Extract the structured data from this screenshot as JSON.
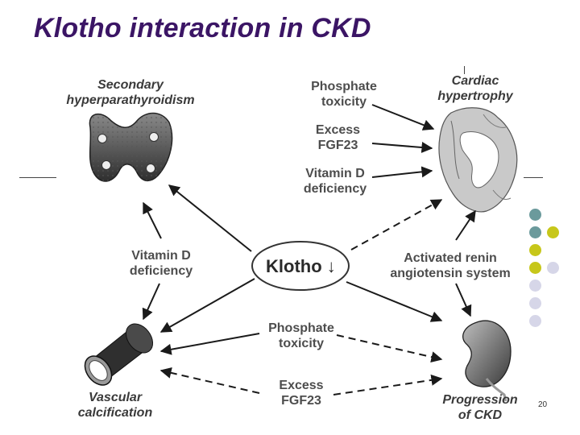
{
  "slide": {
    "title": "Klotho interaction in CKD",
    "page_number": "20"
  },
  "diagram": {
    "center": {
      "label": "Klotho",
      "arrow_glyph": "↓"
    },
    "nodes": {
      "parathyroid": {
        "line1": "Secondary",
        "line2": "hyperparathyroidism"
      },
      "cardiac": {
        "line1": "Cardiac",
        "line2": "hypertrophy"
      },
      "vascular": {
        "line1": "Vascular",
        "line2": "calcification"
      },
      "kidney": {
        "line1": "Progression",
        "line2": "of CKD"
      }
    },
    "factors": {
      "phosphate_top": {
        "line1": "Phosphate",
        "line2": "toxicity"
      },
      "fgf23_top": {
        "line1": "Excess",
        "line2": "FGF23"
      },
      "vitd_top": {
        "line1": "Vitamin D",
        "line2": "deficiency"
      },
      "vitd_left": {
        "line1": "Vitamin D",
        "line2": "deficiency"
      },
      "raas": {
        "line1": "Activated renin",
        "line2": "angiotensin system"
      },
      "phosphate_bottom": {
        "line1": "Phosphate",
        "line2": "toxicity"
      },
      "fgf23_bottom": {
        "line1": "Excess",
        "line2": "FGF23"
      }
    }
  },
  "colors": {
    "title": "#3b1565",
    "deco_teal": "#6b9a9c",
    "deco_olive": "#c7c71a",
    "deco_lavender": "#d6d6e8"
  }
}
